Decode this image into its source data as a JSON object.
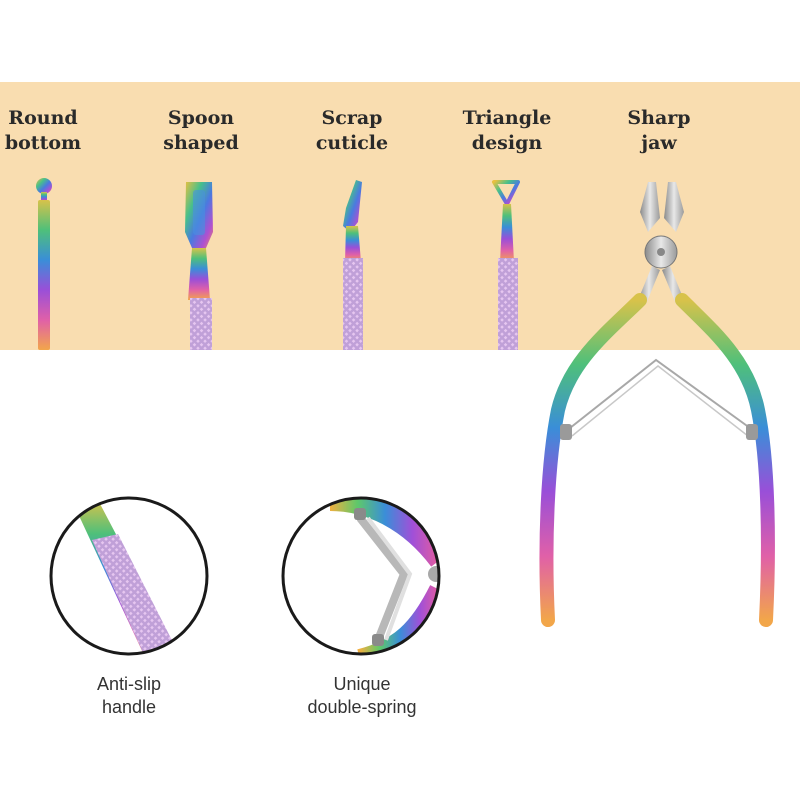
{
  "tools": [
    {
      "line1": "Round",
      "line2": "bottom"
    },
    {
      "line1": "Spoon",
      "line2": "shaped"
    },
    {
      "line1": "Scrap",
      "line2": "cuticle"
    },
    {
      "line1": "Triangle",
      "line2": "design"
    },
    {
      "line1": "Sharp",
      "line2": "jaw"
    }
  ],
  "features": [
    {
      "line1": "Anti-slip",
      "line2": "handle"
    },
    {
      "line1": "Unique",
      "line2": "double-spring"
    }
  ],
  "colors": {
    "band": "#f9ddb0",
    "text": "#2a2a2a",
    "caption": "#333333"
  }
}
